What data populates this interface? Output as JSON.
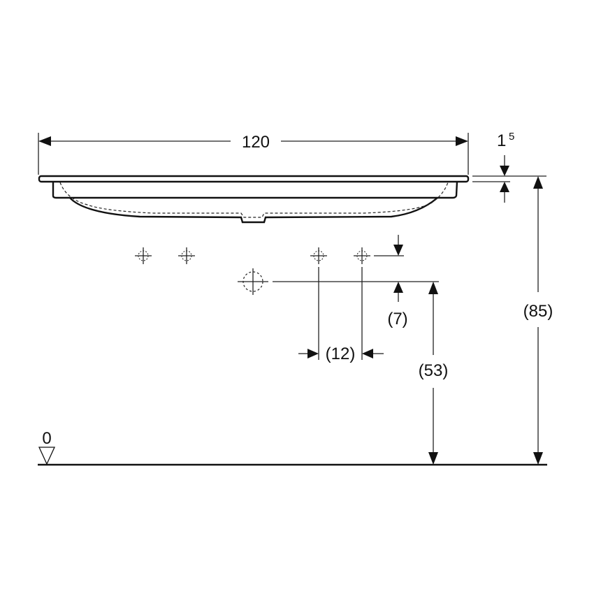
{
  "drawing": {
    "title": "Washbasin side elevation - installation dimensions",
    "units": "cm",
    "dimensions": {
      "overall_width": "120",
      "rim_thickness_main": "1",
      "rim_thickness_sup": "5",
      "tap_hole_height_offset": "(7)",
      "tap_hole_spacing": "(12)",
      "drain_height": "(53)",
      "rim_height": "(85)",
      "floor_level": "0"
    },
    "icons": {
      "floor_marker": "triangle-down-icon",
      "tap_hole_markers": "crosshair-icon",
      "drain_marker": "circle-crosshair-icon"
    },
    "colors": {
      "line": "#111111",
      "background": "#ffffff"
    }
  }
}
